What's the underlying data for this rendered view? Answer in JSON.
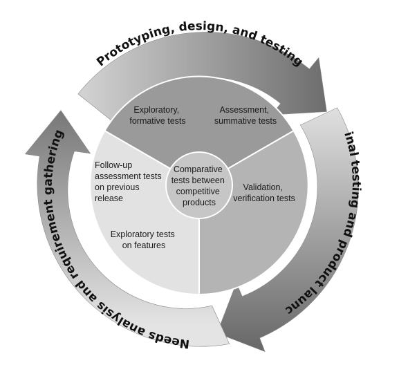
{
  "arcs": {
    "top": "Prototyping, design, and testing",
    "right": "Final testing and product launch",
    "left": "Needs analysis and requirement gathering"
  },
  "segments": {
    "top_left": [
      "Exploratory,",
      "formative tests"
    ],
    "top_right": [
      "Assessment,",
      "summative tests"
    ],
    "right": [
      "Validation,",
      "verification tests"
    ],
    "left_top": [
      "Follow-up",
      "assessment tests",
      "on previous",
      "release"
    ],
    "left_bottom": [
      "Exploratory tests",
      "on features"
    ]
  },
  "center": [
    "Comparative",
    "tests between",
    "competitive",
    "products"
  ],
  "colors": {
    "segment_top": "#9a9a9a",
    "segment_right": "#b4b4b4",
    "segment_left": "#e2e2e2",
    "center_circle": "#c6c6c6",
    "arrow_light": "#dedede",
    "arrow_dark": "#6a6a6a"
  }
}
